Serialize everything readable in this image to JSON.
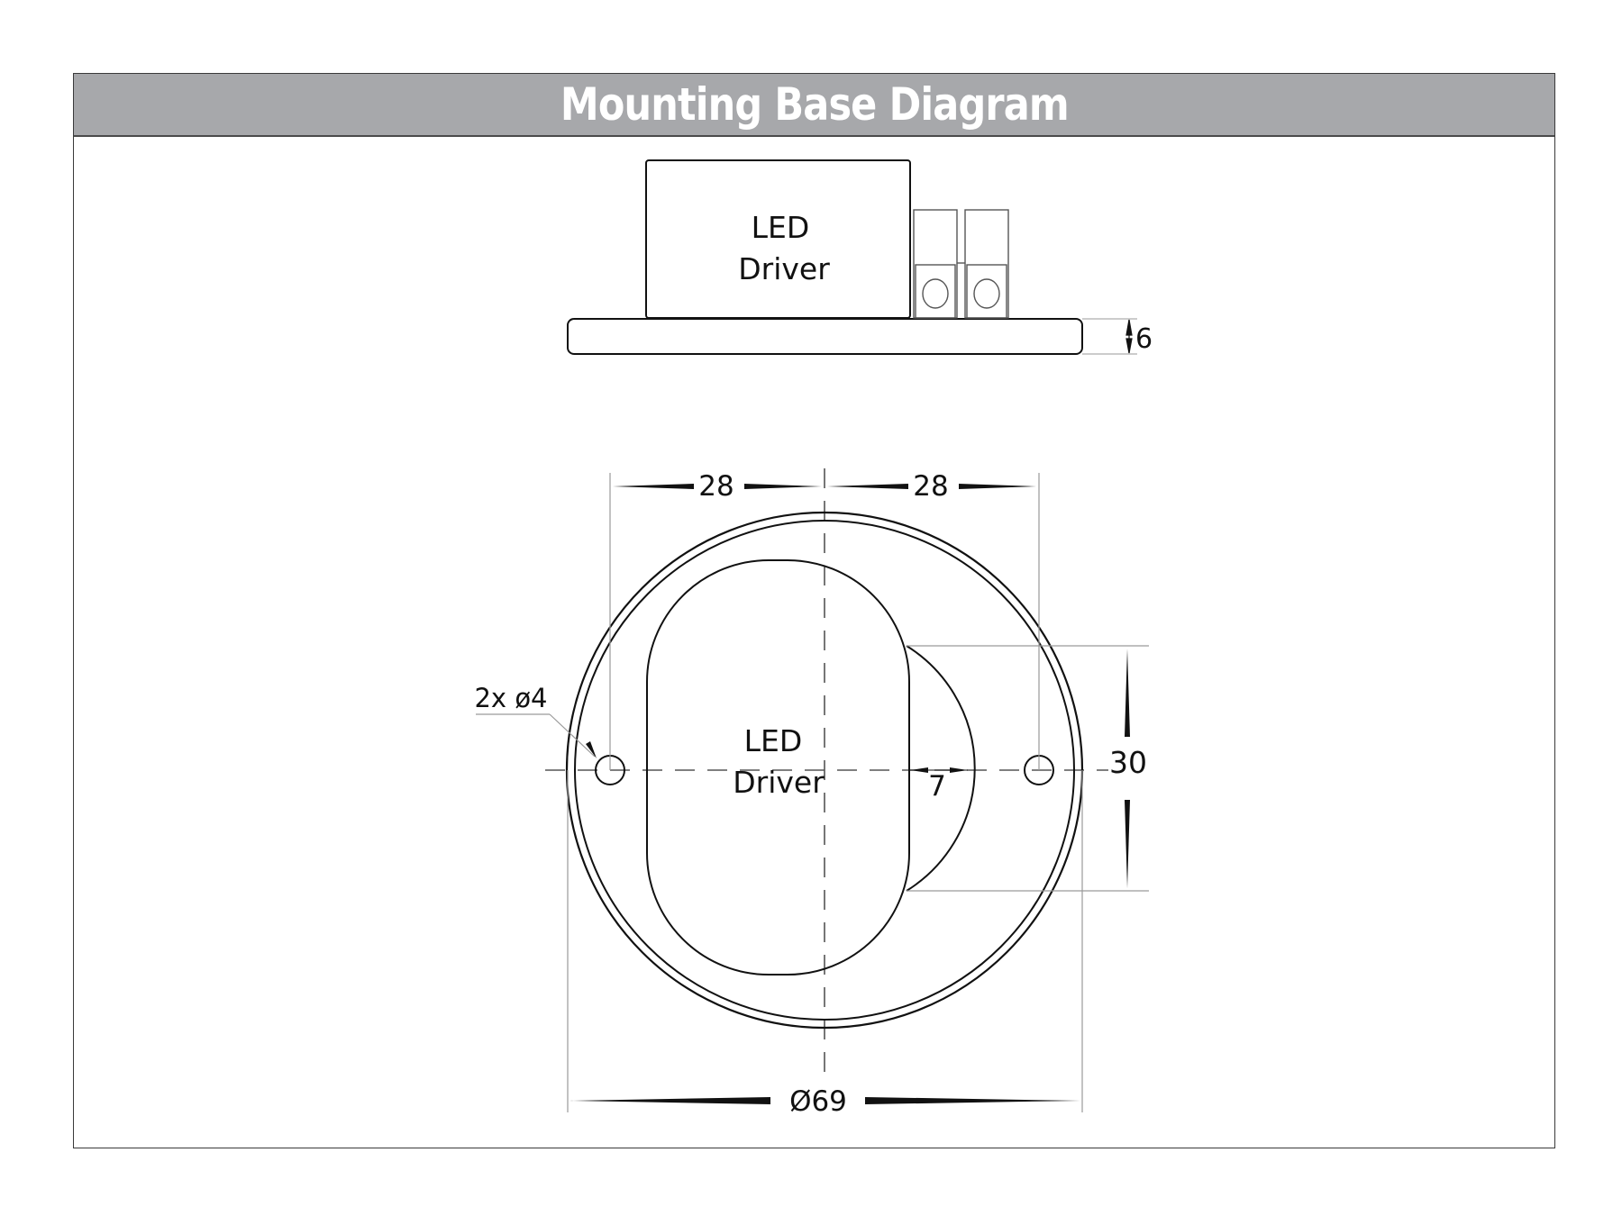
{
  "header": {
    "title": "Mounting Base Diagram"
  },
  "side_view": {
    "component_label_line1": "LED",
    "component_label_line2": "Driver",
    "dimension_height": "6"
  },
  "top_view": {
    "component_label_line1": "LED",
    "component_label_line2": "Driver",
    "dim_left_offset": "28",
    "dim_right_offset": "28",
    "dim_holes": "2x ø4",
    "dim_bulge": "7",
    "dim_bulge_height": "30",
    "dim_diameter": "Ø69"
  },
  "colors": {
    "title_bar": "#a7a8ab",
    "title_text": "#ffffff",
    "line": "#111111",
    "extension_line": "#9a9a9a"
  }
}
